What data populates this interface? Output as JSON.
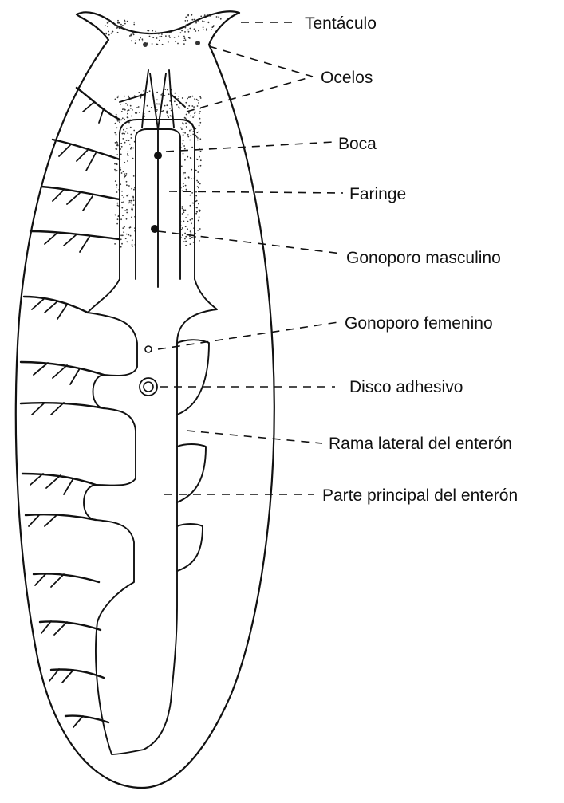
{
  "labels": {
    "tentaculo": "Tentáculo",
    "ocelos": "Ocelos",
    "boca": "Boca",
    "faringe": "Faringe",
    "gonoporo_masculino": "Gonoporo masculino",
    "gonoporo_femenino": "Gonoporo femenino",
    "disco_adhesivo": "Disco adhesivo",
    "rama_lateral": "Rama lateral del enterón",
    "parte_principal": "Parte principal del enterón"
  }
}
